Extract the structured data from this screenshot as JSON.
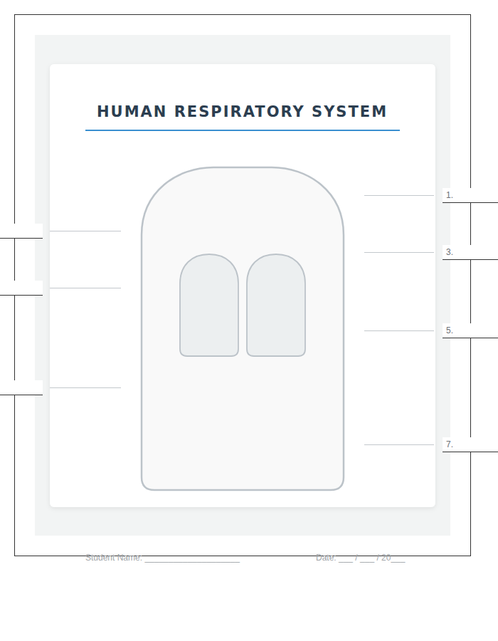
{
  "diagram": {
    "title": "HUMAN RESPIRATORY SYSTEM",
    "labels": [
      "1.",
      "3.",
      "5.",
      "7.",
      "Student Name: ____________________",
      "Date: ___ / ___ / 20___"
    ]
  }
}
